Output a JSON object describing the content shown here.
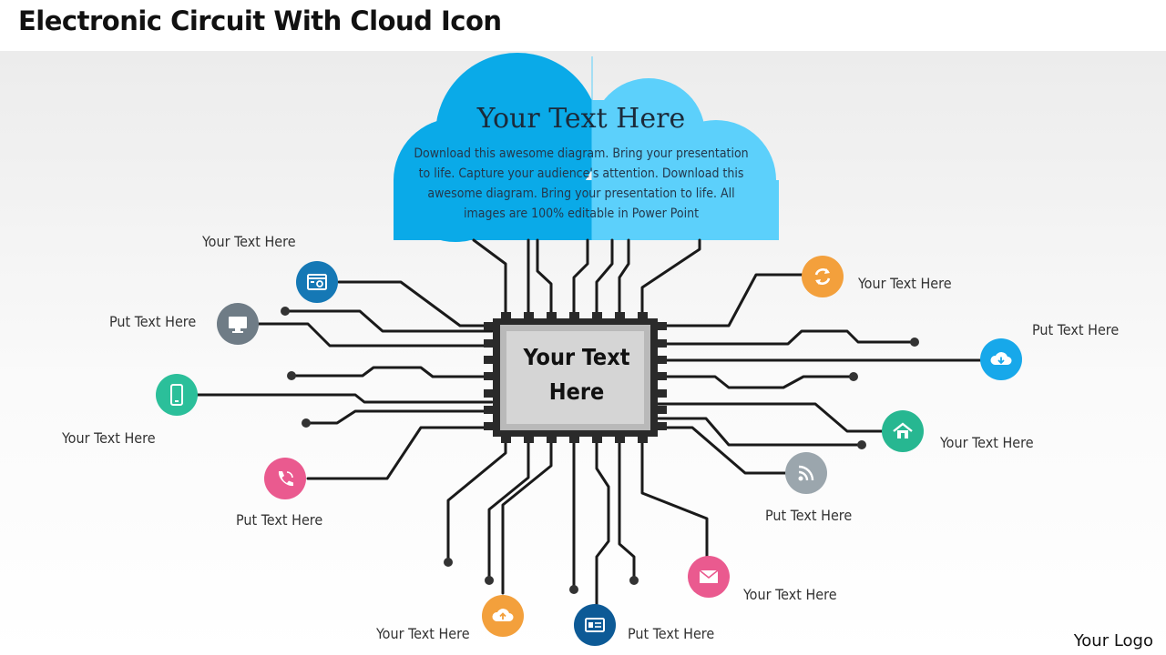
{
  "title": "Electronic Circuit With Cloud Icon",
  "cloud": {
    "title": "Your Text Here",
    "body": "Download this awesome diagram. Bring your presentation to life. Capture your audience's attention. Download this awesome diagram. Bring your presentation to life. All images are 100% editable in Power Point"
  },
  "chip": {
    "line1": "Your Text",
    "line2": "Here"
  },
  "labels": {
    "browser": "Your Text Here",
    "monitor": "Put Text Here",
    "mobile": "Your Text Here",
    "phone": "Put Text Here",
    "upload": "Your Text Here",
    "id_card": "Put Text Here",
    "mail": "Your Text Here",
    "rss": "Put Text Here",
    "home": "Your Text Here",
    "download": "Put Text Here",
    "refresh": "Your Text Here"
  },
  "icons": {
    "browser": "browser-settings-icon",
    "monitor": "monitor-icon",
    "mobile": "mobile-phone-icon",
    "phone": "phone-call-icon",
    "upload": "cloud-upload-icon",
    "id_card": "id-card-icon",
    "mail": "envelope-icon",
    "rss": "rss-feed-icon",
    "home": "home-icon",
    "download": "cloud-download-icon",
    "refresh": "refresh-icon"
  },
  "colors": {
    "cloud_dark": "#0aaae8",
    "cloud_light": "#5cd0fb",
    "blue_dark": "#1578b5",
    "gray": "#6f7c86",
    "teal": "#2bbf9a",
    "pink": "#ea5a8f",
    "orange": "#f3a03c",
    "navy": "#0d5a96",
    "sky": "#17a8ea",
    "green": "#27b791",
    "gray_light": "#9ba6ad",
    "trace": "#1a1a1a"
  },
  "logo": "Your Logo"
}
